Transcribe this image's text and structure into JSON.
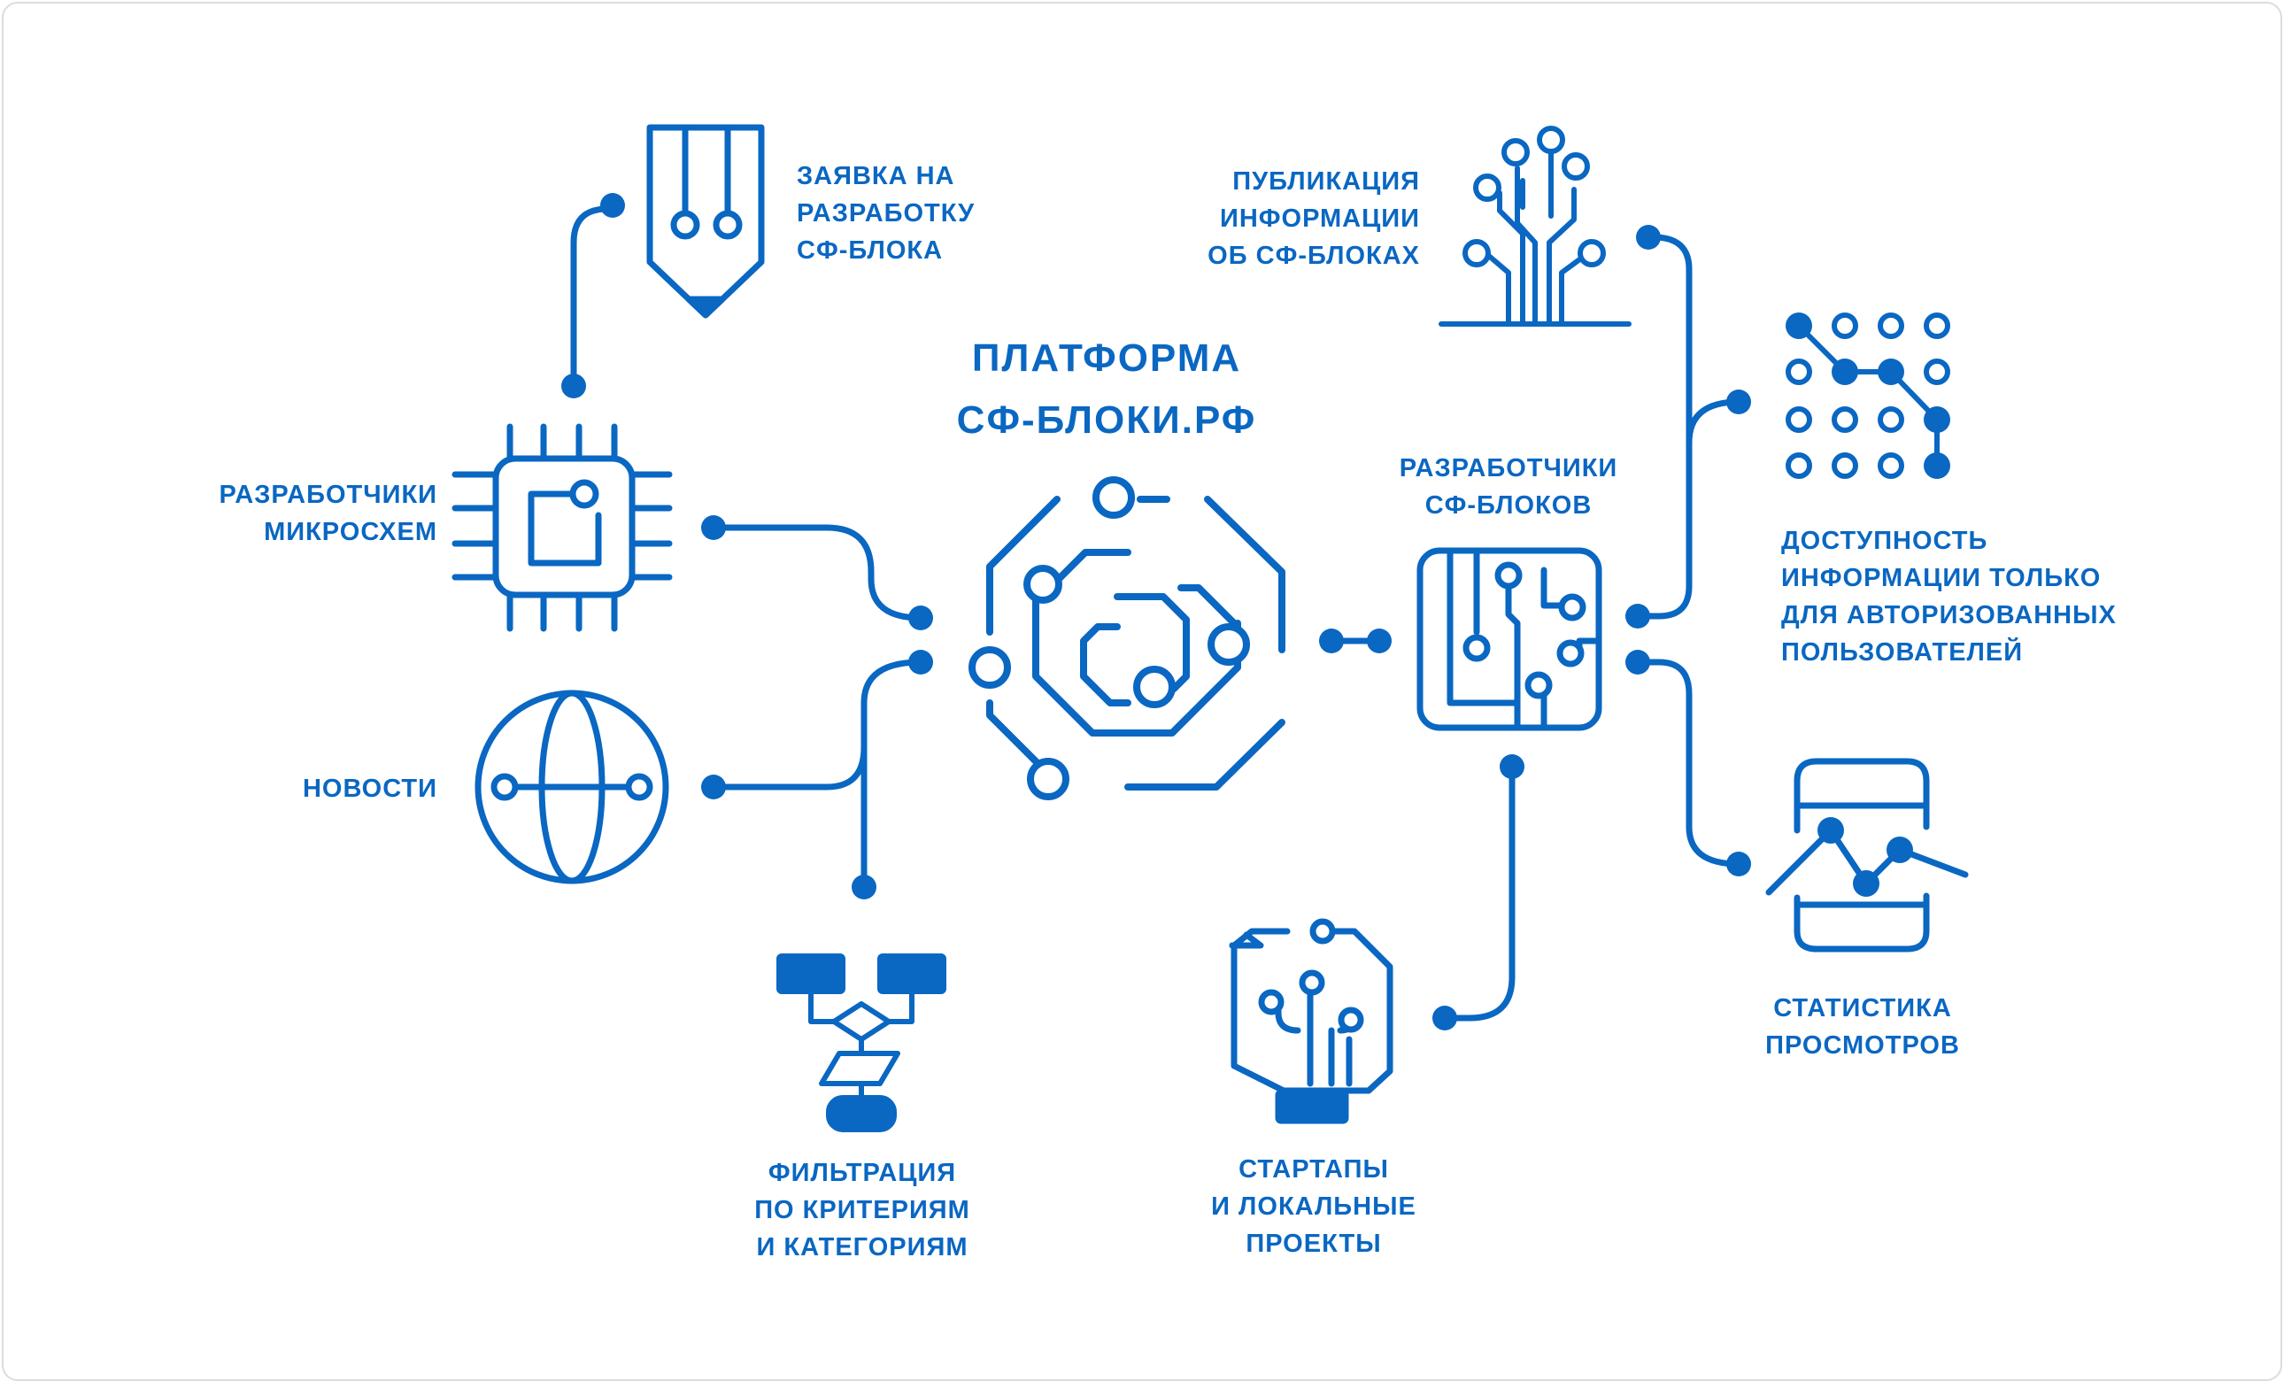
{
  "colors": {
    "primary": "#0a67c2",
    "background": "#ffffff",
    "frame_border": "#dcdcdc"
  },
  "center": {
    "title": "ПЛАТФОРМА\nСФ-БЛОКИ.РФ",
    "icon": "circuit-maze-icon"
  },
  "nodes": {
    "request": {
      "label": "ЗАЯВКА НА\nРАЗРАБОТКУ\nСФ-БЛОКА",
      "icon": "pencil-circuit-icon"
    },
    "chip_devs": {
      "label": "РАЗРАБОТЧИКИ\nМИКРОСХЕМ",
      "icon": "microchip-icon"
    },
    "news": {
      "label": "НОВОСТИ",
      "icon": "globe-icon"
    },
    "filter": {
      "label": "ФИЛЬТРАЦИЯ\nПО КРИТЕРИЯМ\nИ КАТЕГОРИЯМ",
      "icon": "flowchart-icon"
    },
    "startups": {
      "label": "СТАРТАПЫ\nИ ЛОКАЛЬНЫЕ\nПРОЕКТЫ",
      "icon": "lightbulb-circuit-icon"
    },
    "sf_devs": {
      "label": "РАЗРАБОТЧИКИ\nСФ-БЛОКОВ",
      "icon": "circuit-board-icon"
    },
    "publication": {
      "label": "ПУБЛИКАЦИЯ\nИНФОРМАЦИИ\nОБ СФ-БЛОКАХ",
      "icon": "circuit-tree-icon"
    },
    "access": {
      "label": "ДОСТУПНОСТЬ\nИНФОРМАЦИИ ТОЛЬКО\nДЛЯ АВТОРИЗОВАННЫХ\nПОЛЬЗОВАТЕЛЕЙ",
      "icon": "dot-grid-icon"
    },
    "stats": {
      "label": "СТАТИСТИКА\nПРОСМОТРОВ",
      "icon": "phone-chart-icon"
    }
  }
}
